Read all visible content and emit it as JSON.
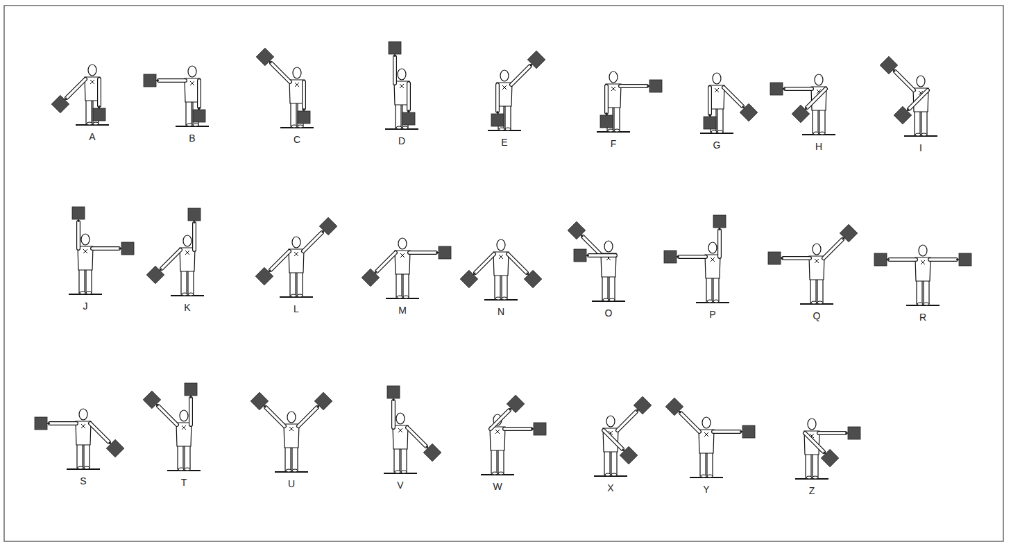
{
  "diagram": {
    "labels": [
      "A",
      "B",
      "C",
      "D",
      "E",
      "F",
      "G",
      "H",
      "I",
      "J",
      "K",
      "L",
      "M",
      "N",
      "O",
      "P",
      "Q",
      "R",
      "S",
      "T",
      "U",
      "V",
      "W",
      "X",
      "Y",
      "Z"
    ]
  }
}
